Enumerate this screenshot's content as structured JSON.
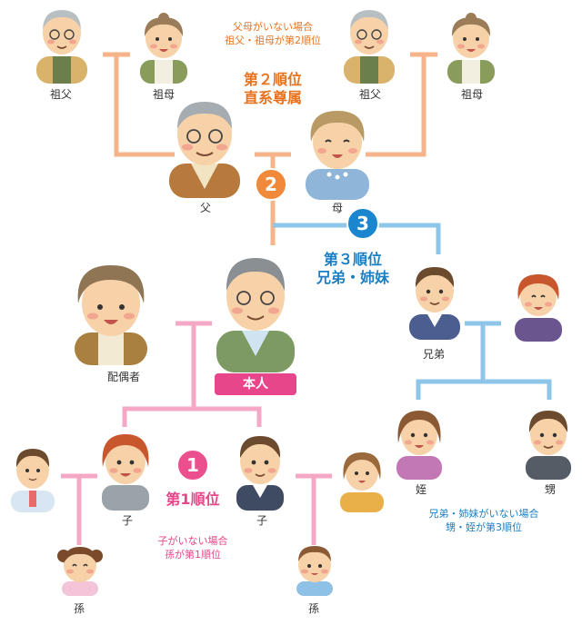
{
  "labels": {
    "grandfather_paternal": "祖父",
    "grandmother_paternal": "祖母",
    "grandfather_maternal": "祖父",
    "grandmother_maternal": "祖母",
    "father": "父",
    "mother": "母",
    "spouse": "配偶者",
    "self": "本人",
    "sibling": "兄弟",
    "child_left": "子",
    "child_right": "子",
    "grandchild_left": "孫",
    "grandchild_right": "孫",
    "niece": "姪",
    "nephew": "甥"
  },
  "notes": {
    "second_note_line1": "父母がいない場合",
    "second_note_line2": "祖父・祖母が第2順位",
    "first_note_line1": "子がいない場合",
    "first_note_line2": "孫が第1順位",
    "third_note_line1": "兄弟・姉妹がいない場合",
    "third_note_line2": "甥・姪が第3順位"
  },
  "ranks": {
    "second_line1": "第２順位",
    "second_line2": "直系尊属",
    "third_line1": "第３順位",
    "third_line2": "兄弟・姉妹",
    "first_line1": "第1順位"
  },
  "badges": {
    "first": "1",
    "second": "2",
    "third": "3"
  },
  "colors": {
    "orange": "#f7b48a",
    "orange_badge": "#f08a3a",
    "orange_text": "#e8731f",
    "blue": "#8ec6ea",
    "blue_badge": "#1a86cf",
    "blue_text": "#1a7fc4",
    "pink": "#f4a8c6",
    "pink_badge": "#ec4f8e",
    "pink_text": "#e8468a",
    "self_tag": "#e8468a"
  }
}
